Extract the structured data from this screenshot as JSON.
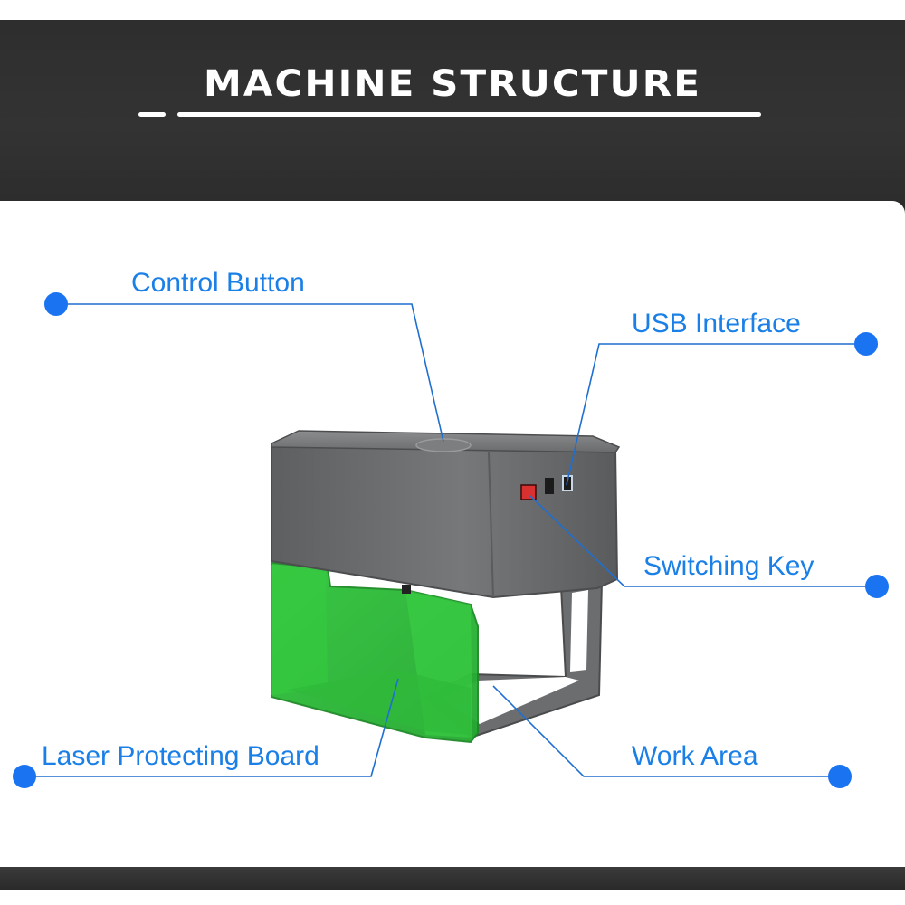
{
  "header": {
    "title": "MACHINE STRUCTURE"
  },
  "labels": {
    "control_button": "Control Button",
    "usb_interface": "USB Interface",
    "switching_key": "Switching Key",
    "laser_protecting_board": "Laser Protecting Board",
    "work_area": "Work Area"
  },
  "colors": {
    "accent": "#1a7fe6",
    "header_bg": "#2f2f2f",
    "machine_body": "#6f7072",
    "shield_green": "#2fbf3a"
  }
}
